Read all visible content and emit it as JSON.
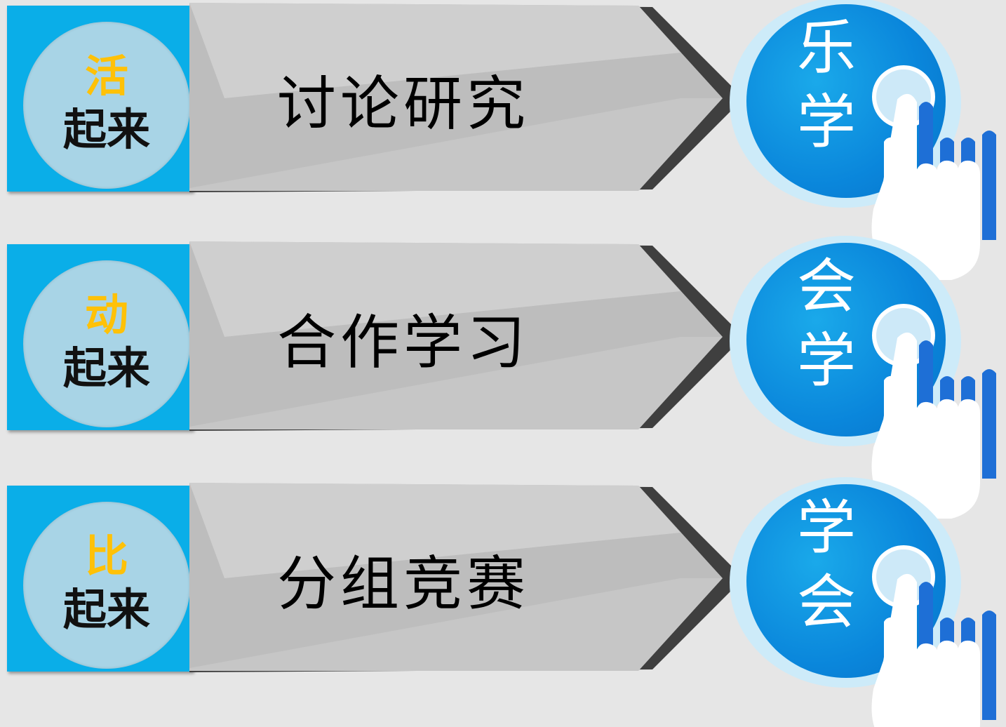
{
  "rows": [
    {
      "left_top": "活",
      "left_bottom": "起来",
      "banner_text": "讨论研究",
      "button_chars": [
        "乐",
        "学"
      ]
    },
    {
      "left_top": "动",
      "left_bottom": "起来",
      "banner_text": "合作学习",
      "button_chars": [
        "会",
        "学"
      ]
    },
    {
      "left_top": "比",
      "left_bottom": "起来",
      "banner_text": "分组竞赛",
      "button_chars": [
        "学",
        "会"
      ]
    }
  ],
  "colors": {
    "background": "#e6e6e6",
    "left_square": "#0aaee8",
    "left_circle": "#a8d4e6",
    "highlight_char": "#ffc107",
    "banner_gray": "#bdbdbd",
    "banner_shadow": "#3f3f3f",
    "button_ring": "#cdebf9",
    "button_fill": "#0a86db"
  },
  "icons": [
    "pointing-hand-icon"
  ]
}
